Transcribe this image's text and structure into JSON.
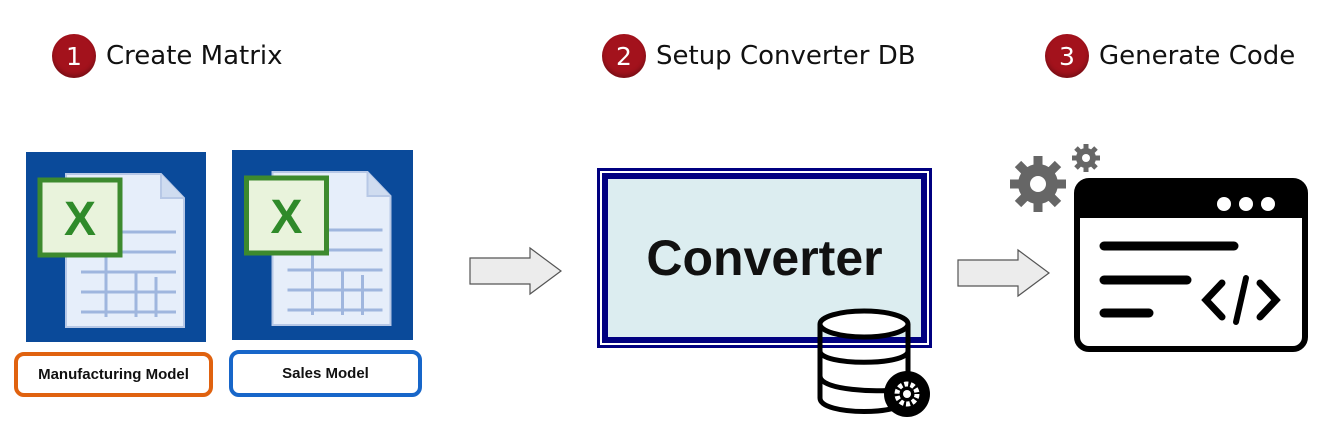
{
  "steps": [
    {
      "number": "1",
      "label": "Create Matrix"
    },
    {
      "number": "2",
      "label": "Setup Converter DB"
    },
    {
      "number": "3",
      "label": "Generate Code"
    }
  ],
  "models": [
    {
      "label": "Manufacturing Model",
      "border_color": "#e0620f"
    },
    {
      "label": "Sales Model",
      "border_color": "#1766c9"
    }
  ],
  "converter": {
    "label": "Converter"
  },
  "colors": {
    "step_badge": "#a3121c",
    "tile_bg": "#0a4a9a",
    "converter_border": "#000080",
    "converter_fill": "#dcedf0"
  }
}
